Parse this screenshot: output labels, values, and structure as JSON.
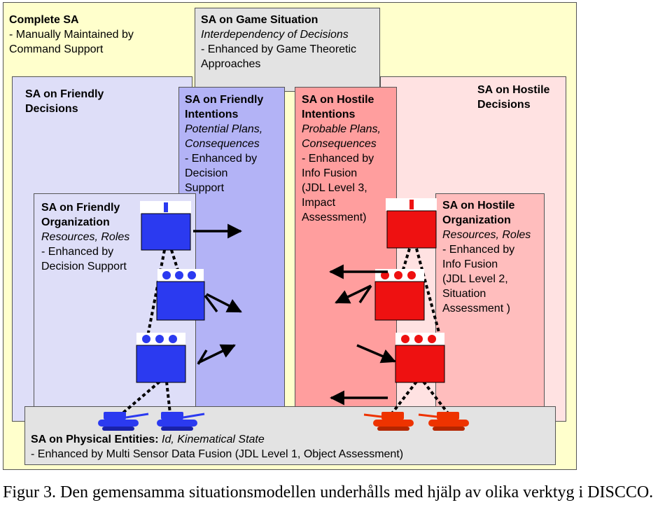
{
  "complete": {
    "title": "Complete SA",
    "line1": "- Manually Maintained by",
    "line2": "Command Support"
  },
  "game": {
    "title": "SA on Game Situation",
    "sub": "Interdependency of Decisions",
    "line1": "- Enhanced by Game Theoretic",
    "line2": "Approaches"
  },
  "friendly_decisions": {
    "title1": "SA on Friendly",
    "title2": "Decisions"
  },
  "friendly_intentions": {
    "title1": "SA on Friendly",
    "title2": "Intentions",
    "sub1": "Potential Plans,",
    "sub2": "Consequences",
    "line1": "- Enhanced by",
    "line2": "Decision",
    "line3": "Support"
  },
  "hostile_intentions": {
    "title1": "SA on Hostile",
    "title2": "Intentions",
    "sub1": "Probable Plans,",
    "sub2": "Consequences",
    "line1": "- Enhanced by",
    "line2": "Info Fusion",
    "line3": "(JDL Level 3,",
    "line4": "Impact",
    "line5": "Assessment)"
  },
  "hostile_decisions": {
    "title1": "SA on Hostile",
    "title2": "Decisions"
  },
  "friendly_org": {
    "title1": "SA on Friendly",
    "title2": "Organization",
    "sub": "Resources, Roles",
    "line1": "- Enhanced by",
    "line2": "Decision Support"
  },
  "hostile_org": {
    "title1": "SA on Hostile",
    "title2": "Organization",
    "sub": "Resources, Roles",
    "line1": "- Enhanced by",
    "line2": "Info Fusion",
    "line3": "(JDL Level 2,",
    "line4": "Situation",
    "line5": "Assessment )"
  },
  "physical": {
    "title": "SA on Physical Entities: ",
    "sub": "Id, Kinematical State",
    "line1": "- Enhanced by Multi Sensor Data Fusion (JDL Level 1, Object Assessment)"
  },
  "caption": "Figur 3. Den gemensamma situationsmodellen underhålls med hjälp av olika verktyg i DISCCO.",
  "colors": {
    "outer": "#ffffcc",
    "game": "#e3e3e3",
    "friendly_light": "#dedef8",
    "friendly_mid": "#b3b3f6",
    "hostile_mid": "#ff9e9e",
    "hostile_light": "#ffe2e2",
    "org_box": "#ffbdbd",
    "physical": "#e3e3e3",
    "blue": "#2b3af0",
    "red": "#ee1111"
  }
}
